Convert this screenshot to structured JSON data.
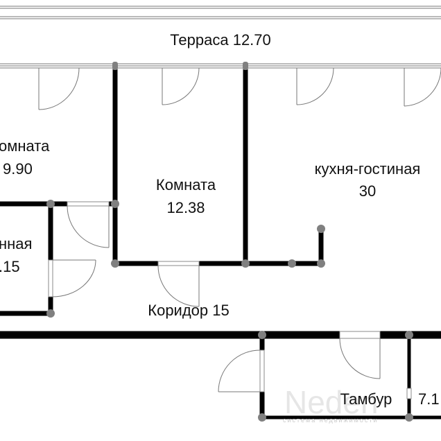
{
  "rooms": {
    "terrace": "Терраса 12.70",
    "room1_name": "омната",
    "room1_area": "9.90",
    "bath_name": "нная",
    "bath_area": ".15",
    "room2_name": "Комната",
    "room2_area": "12.38",
    "kitchen_name": "кухня-гостиная",
    "kitchen_area": "30",
    "corridor": "Коридор 15",
    "vestibule": "Тамбур",
    "right_area": "7.1"
  },
  "watermark": {
    "logo": "Neden",
    "tagline": "система недвижимости"
  },
  "colors": {
    "wall": "#000000",
    "joint": "#808080",
    "thin_line": "#777777"
  }
}
